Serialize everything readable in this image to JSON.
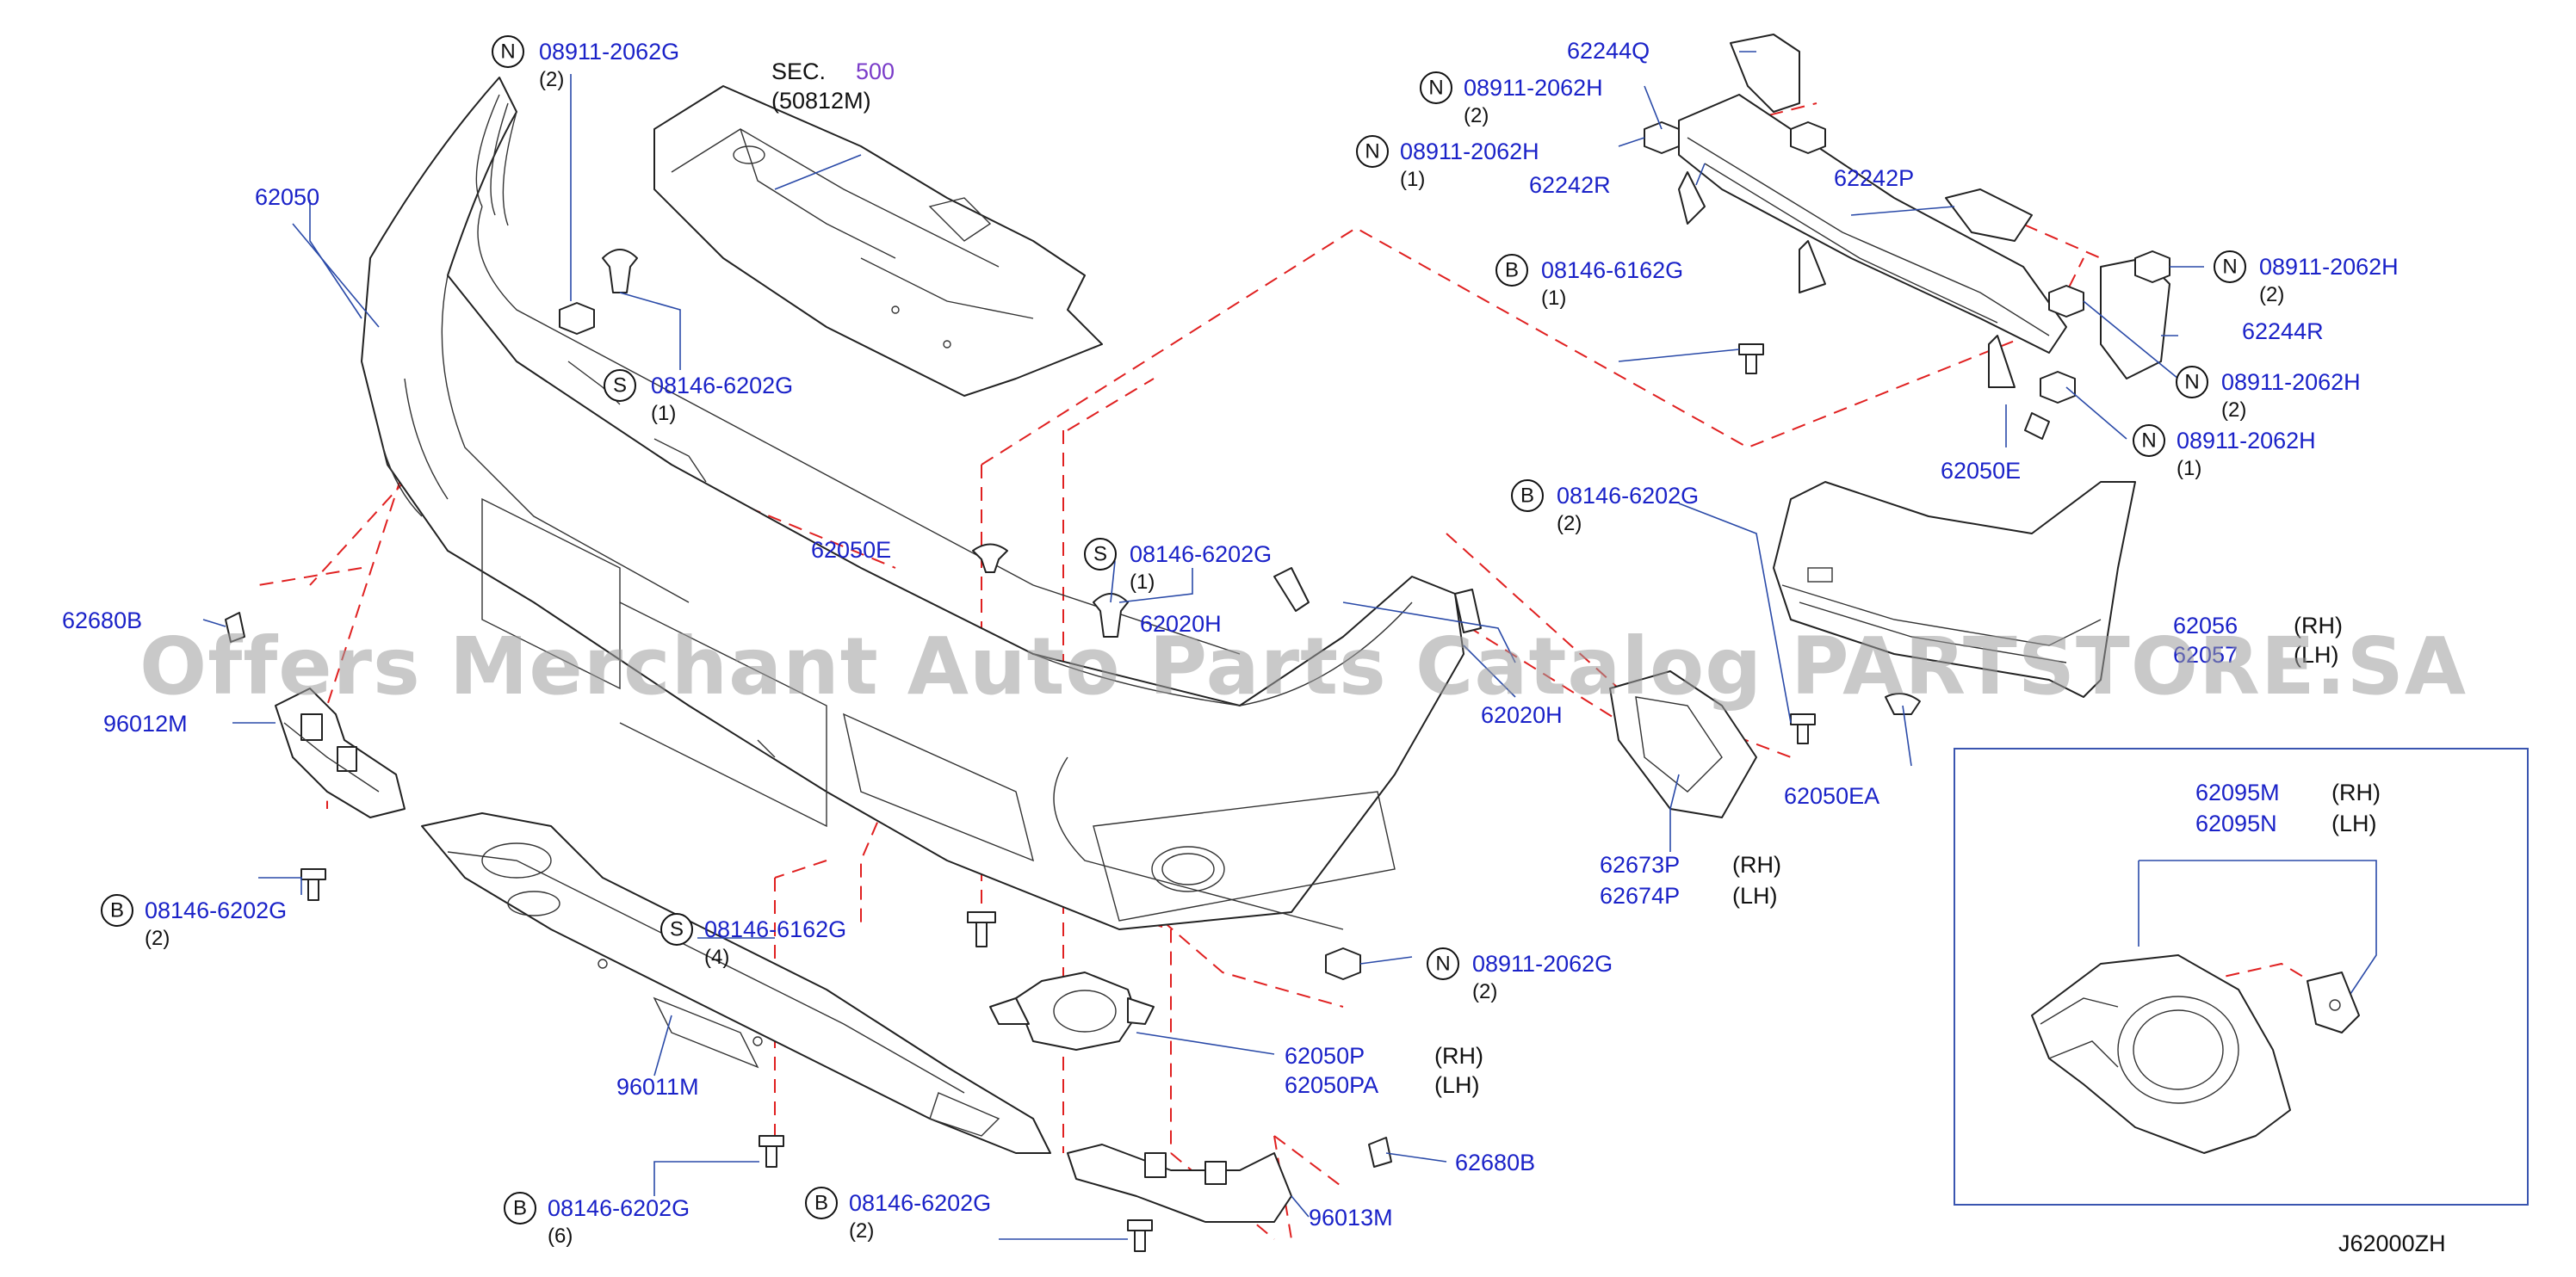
{
  "diagram": {
    "code": "J62000ZH",
    "section": {
      "prefix": "SEC.",
      "number": "500",
      "sub": "(50812M)"
    },
    "watermark": "Offers Merchant Auto Parts Catalog PARTSTORE.SA",
    "colors": {
      "part_number": "#1a22c8",
      "section_number": "#7a3cc9",
      "dash": "#e02020",
      "frame": "#3a55b0"
    },
    "callouts": [
      {
        "id": "n-top-left",
        "badge": "N",
        "part": "08911-2062G",
        "qty": "(2)"
      },
      {
        "id": "s-clip-1",
        "badge": "S",
        "part": "08146-6202G",
        "qty": "(1)"
      },
      {
        "id": "s-center",
        "badge": "S",
        "part": "08146-6202G",
        "qty": "(1)"
      },
      {
        "id": "b-left",
        "badge": "B",
        "part": "08146-6202G",
        "qty": "(2)"
      },
      {
        "id": "s-lower",
        "badge": "S",
        "part": "08146-6162G",
        "qty": "(4)"
      },
      {
        "id": "n-lower",
        "badge": "N",
        "part": "08911-2062G",
        "qty": "(2)"
      },
      {
        "id": "b-bottom-left",
        "badge": "B",
        "part": "08146-6202G",
        "qty": "(6)"
      },
      {
        "id": "b-bottom-mid",
        "badge": "B",
        "part": "08146-6202G",
        "qty": "(2)"
      },
      {
        "id": "b-side",
        "badge": "B",
        "part": "08146-6202G",
        "qty": "(2)"
      },
      {
        "id": "n-rein-1",
        "badge": "N",
        "part": "08911-2062H",
        "qty": "(2)"
      },
      {
        "id": "n-rein-2",
        "badge": "N",
        "part": "08911-2062H",
        "qty": "(1)"
      },
      {
        "id": "b-rein",
        "badge": "B",
        "part": "08146-6162G",
        "qty": "(1)"
      },
      {
        "id": "n-rein-3",
        "badge": "N",
        "part": "08911-2062H",
        "qty": "(2)"
      },
      {
        "id": "n-rein-4",
        "badge": "N",
        "part": "08911-2062H",
        "qty": "(2)"
      },
      {
        "id": "n-rein-5",
        "badge": "N",
        "part": "08911-2062H",
        "qty": "(1)"
      }
    ],
    "parts": [
      {
        "id": "p62050",
        "part": "62050"
      },
      {
        "id": "p62050e-a",
        "part": "62050E"
      },
      {
        "id": "p62050e-b",
        "part": "62050E"
      },
      {
        "id": "p62680b-a",
        "part": "62680B"
      },
      {
        "id": "p62680b-b",
        "part": "62680B"
      },
      {
        "id": "p96012m",
        "part": "96012M"
      },
      {
        "id": "p96011m",
        "part": "96011M"
      },
      {
        "id": "p96013m",
        "part": "96013M"
      },
      {
        "id": "p62020h-a",
        "part": "62020H"
      },
      {
        "id": "p62020h-b",
        "part": "62020H"
      },
      {
        "id": "p62050ea",
        "part": "62050EA"
      },
      {
        "id": "p62244q",
        "part": "62244Q"
      },
      {
        "id": "p62242r",
        "part": "62242R"
      },
      {
        "id": "p62242p",
        "part": "62242P"
      },
      {
        "id": "p62244r",
        "part": "62244R"
      }
    ],
    "sided_parts": [
      {
        "id": "p6205x",
        "rh": "62056",
        "lh": "62057",
        "rh_side": "(RH)",
        "lh_side": "(LH)"
      },
      {
        "id": "p62673",
        "rh": "62673P",
        "lh": "62674P",
        "rh_side": "(RH)",
        "lh_side": "(LH)"
      },
      {
        "id": "p62050p",
        "rh": "62050P",
        "lh": "62050PA",
        "rh_side": "(RH)",
        "lh_side": "(LH)"
      },
      {
        "id": "p62095",
        "rh": "62095M",
        "lh": "62095N",
        "rh_side": "(RH)",
        "lh_side": "(LH)"
      }
    ]
  }
}
